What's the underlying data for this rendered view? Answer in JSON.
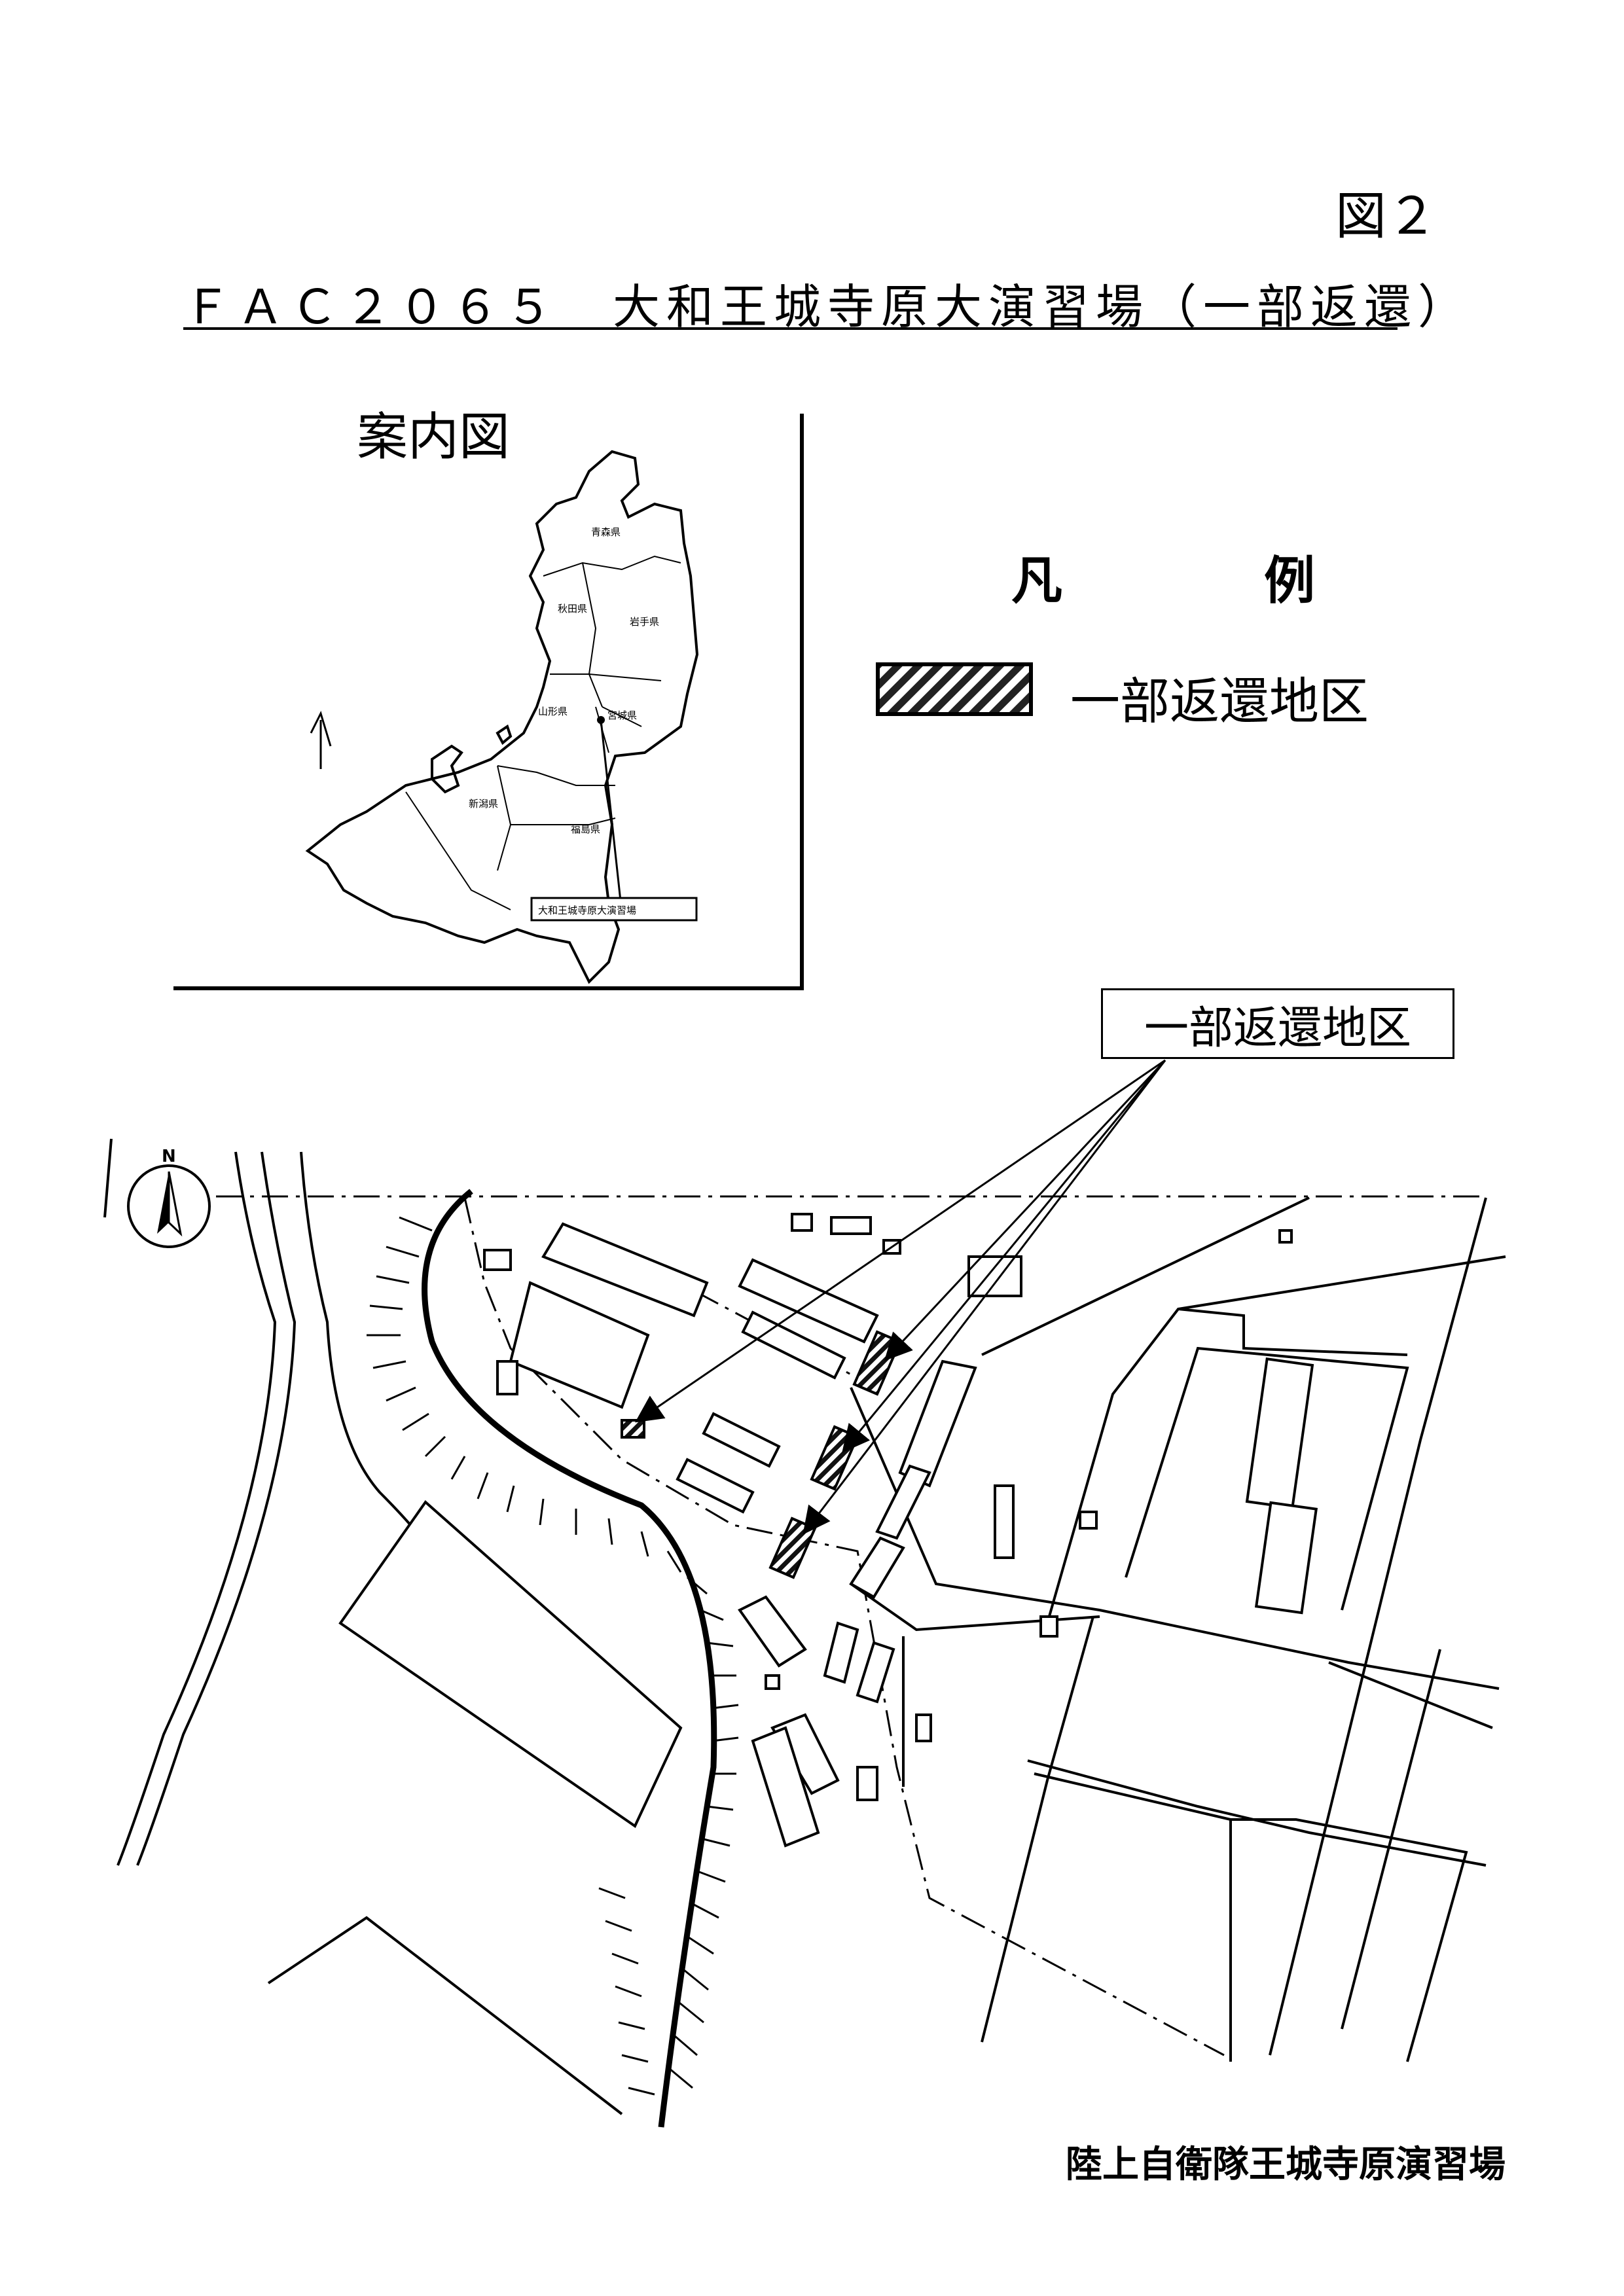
{
  "figure_number": "図２",
  "title": "ＦＡＣ２０６５　大和王城寺原大演習場（一部返還）",
  "inset": {
    "title": "案内図",
    "prefectures": [
      "青森県",
      "秋田県",
      "岩手県",
      "山形県",
      "宮城県",
      "新潟県",
      "福島県"
    ],
    "site_label": "大和王城寺原大演習場"
  },
  "legend": {
    "title": "凡　例",
    "items": [
      {
        "label": "一部返還地区",
        "pattern": "diagonal-hatch"
      }
    ]
  },
  "callout": "一部返還地区",
  "north_label": "N",
  "caption": "陸上自衛隊王城寺原演習場"
}
